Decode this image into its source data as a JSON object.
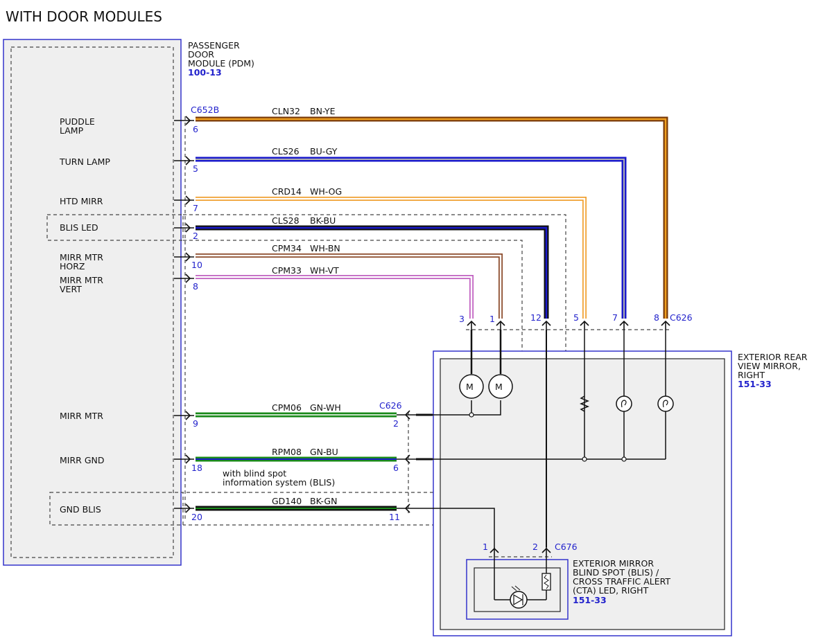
{
  "title": "WITH DOOR MODULES",
  "colors": {
    "module_fill": "#efefef",
    "module_border": "#3333cc",
    "pin_text": "#2222cc"
  },
  "pdm": {
    "name_lines": [
      "PASSENGER",
      "DOOR",
      "MODULE (PDM)"
    ],
    "ref": "100-13",
    "connector": "C652B"
  },
  "pdm_labels": {
    "puddle_lamp": [
      "PUDDLE",
      "LAMP"
    ],
    "turn_lamp": "TURN LAMP",
    "htd_mirr": "HTD MIRR",
    "blis_led": "BLIS LED",
    "mirr_mtr_horz": [
      "MIRR MTR",
      "HORZ"
    ],
    "mirr_mtr_vert": [
      "MIRR MTR",
      "VERT"
    ],
    "mirr_mtr": "MIRR MTR",
    "mirr_gnd": "MIRR GND",
    "gnd_blis": "GND BLIS"
  },
  "wires": [
    {
      "circuit": "CLN32",
      "color_code": "BN-YE",
      "pdm_pin": "6",
      "mirror_pin": "8",
      "colors": [
        "#7a3b0a",
        "#f0a020"
      ]
    },
    {
      "circuit": "CLS26",
      "color_code": "BU-GY",
      "pdm_pin": "5",
      "mirror_pin": "7",
      "colors": [
        "#1a1acc",
        "#b0b0b0"
      ]
    },
    {
      "circuit": "CRD14",
      "color_code": "WH-OG",
      "pdm_pin": "7",
      "mirror_pin": "5",
      "colors": [
        "#ffffff",
        "#f0a030"
      ]
    },
    {
      "circuit": "CLS28",
      "color_code": "BK-BU",
      "pdm_pin": "2",
      "mirror_pin": "12",
      "colors": [
        "#111111",
        "#1a1acc"
      ]
    },
    {
      "circuit": "CPM34",
      "color_code": "WH-BN",
      "pdm_pin": "10",
      "mirror_pin": "1",
      "colors": [
        "#ffffff",
        "#8b4a2a"
      ]
    },
    {
      "circuit": "CPM33",
      "color_code": "WH-VT",
      "pdm_pin": "8",
      "mirror_pin": "3",
      "colors": [
        "#ffffff",
        "#c060c0"
      ]
    },
    {
      "circuit": "CPM06",
      "color_code": "GN-WH",
      "pdm_pin": "9",
      "mirror_pin": "2",
      "colors": [
        "#1a8a1a",
        "#ffffff"
      ]
    },
    {
      "circuit": "RPM08",
      "color_code": "GN-BU",
      "pdm_pin": "18",
      "mirror_pin": "6",
      "colors": [
        "#1a8a1a",
        "#1a1acc"
      ]
    },
    {
      "circuit": "GD140",
      "color_code": "BK-GN",
      "pdm_pin": "20",
      "mirror_pin": "11",
      "colors": [
        "#111111",
        "#1a8a1a"
      ]
    }
  ],
  "mirror": {
    "name_lines": [
      "EXTERIOR REAR",
      "VIEW MIRROR,",
      "RIGHT"
    ],
    "ref": "151-33",
    "connector_top": "C626",
    "connector_side": "C626"
  },
  "blis_note": [
    "with blind spot",
    "information system (BLIS)"
  ],
  "motor_label": "M",
  "led_module": {
    "name_lines": [
      "EXTERIOR MIRROR",
      "BLIND SPOT (BLIS) /",
      "CROSS TRAFFIC ALERT",
      "(CTA) LED, RIGHT"
    ],
    "ref": "151-33",
    "connector": "C676",
    "pin_1": "1",
    "pin_2": "2"
  }
}
